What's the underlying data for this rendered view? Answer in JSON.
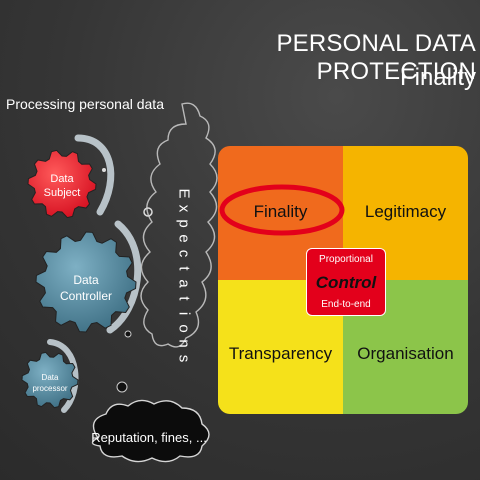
{
  "header": {
    "title": "PERSONAL DATA PROTECTION",
    "subtitle": "Finality"
  },
  "left": {
    "label": "Processing personal data",
    "gears": [
      {
        "line1": "Data",
        "line2": "Subject",
        "color": "#e8192c"
      },
      {
        "line1": "Data",
        "line2": "Controller",
        "color": "#4e7f94"
      },
      {
        "line1": "Data",
        "line2": "processor",
        "color": "#4e7f94"
      }
    ]
  },
  "expectations": {
    "text": "Expectations"
  },
  "matrix": {
    "cells": [
      {
        "label": "Finality",
        "color": "#f06a1d",
        "highlighted": true
      },
      {
        "label": "Legitimacy",
        "color": "#f5b400"
      },
      {
        "label": "Transparency",
        "color": "#f5e11a"
      },
      {
        "label": "Organisation",
        "color": "#8cc54a"
      }
    ],
    "center": {
      "top": "Proportional",
      "main": "Control",
      "bottom": "End-to-end",
      "color": "#e3001b"
    }
  },
  "bottom_cloud": {
    "text": "Reputation, fines, ..."
  }
}
